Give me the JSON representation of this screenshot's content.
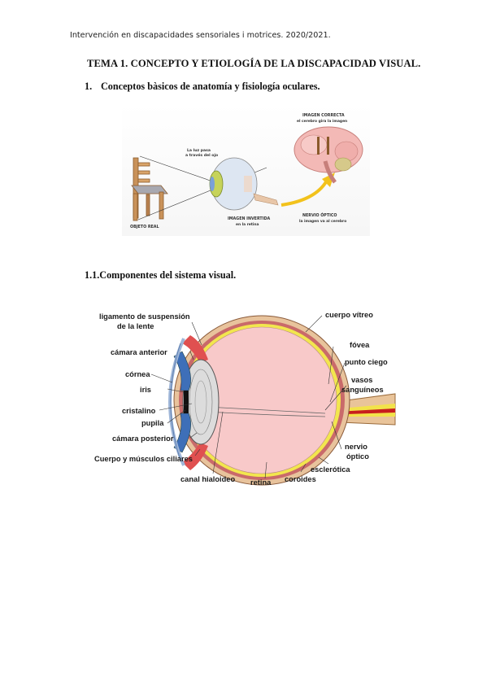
{
  "header": "Intervención en discapacidades sensoriales i motrices. 2020/2021.",
  "title": "TEMA 1. CONCEPTO Y ETIOLOGÍA DE LA DISCAPACIDAD VISUAL.",
  "section1": {
    "number": "1.",
    "label": "Conceptos bàsicos de anatomía y fisiología oculares."
  },
  "figure1": {
    "light_label_1": "La luz pasa",
    "light_label_2": "a través del ojo",
    "correct_1": "IMAGEN CORRECTA",
    "correct_2": "el cerebro gira la imagen",
    "object": "OBJETO REAL",
    "inverted_1": "IMAGEN INVERTIDA",
    "inverted_2": "en la retina",
    "nerve_1": "NERVIO ÓPTICO",
    "nerve_2": "la imagen va al cerebro"
  },
  "section2": {
    "label": "1.1.Componentes del sistema visual."
  },
  "figure2": {
    "ligamento_1": "ligamento de suspensión",
    "ligamento_2": "de la lente",
    "camara_anterior": "cámara anterior",
    "cornea": "córnea",
    "iris": "iris",
    "cristalino": "cristalino",
    "pupila": "pupila",
    "camara_posterior": "cámara posterior",
    "ciliares": "Cuerpo y músculos ciliares",
    "hialoideo": "canal hialoideo",
    "retina": "retina",
    "coroides": "coroides",
    "esclerotica": "esclerótica",
    "nervio_1": "nervio",
    "nervio_2": "óptico",
    "vasos_1": "vasos",
    "vasos_2": "sanguíneos",
    "punto_ciego": "punto ciego",
    "fovea": "fóvea",
    "vitreo": "cuerpo vítreo"
  }
}
